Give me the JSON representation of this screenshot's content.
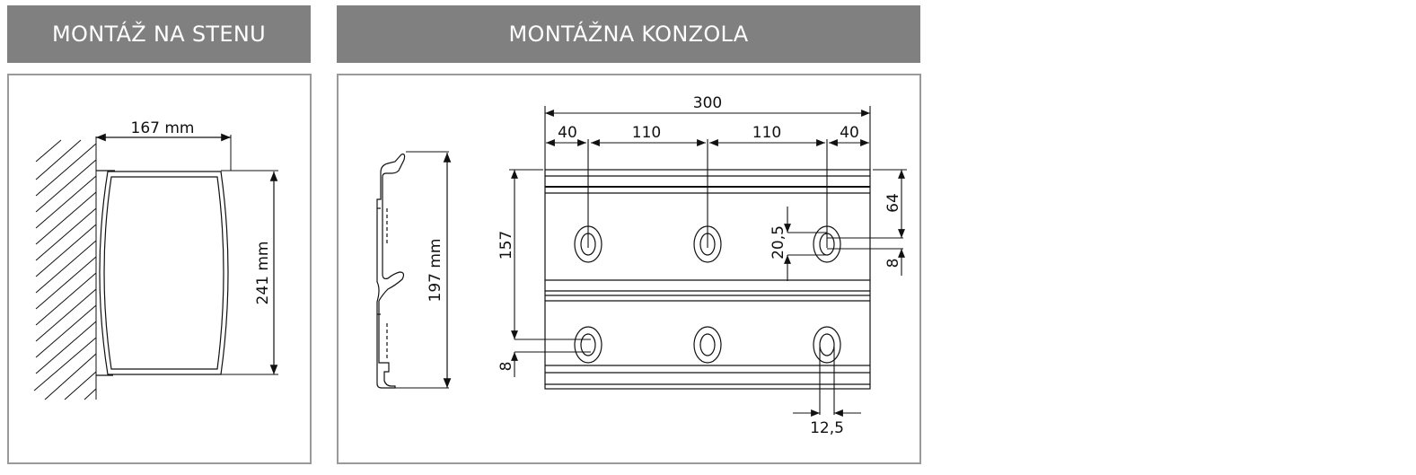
{
  "headers": {
    "wall_mount": "MONTÁŽ NA STENU",
    "bracket": "MONTÁŽNA KONZOLA"
  },
  "wall_mount": {
    "width_label": "167 mm",
    "height_label": "241 mm"
  },
  "bracket": {
    "profile_height_label": "197 mm",
    "total_width": "300",
    "spacing": [
      "40",
      "110",
      "110",
      "40"
    ],
    "height_157": "157",
    "offset_bottom": "8",
    "top_to_hole": "64",
    "offset_right": "8",
    "slot_length": "20,5",
    "slot_width": "12,5"
  },
  "colors": {
    "header_bg": "#808080",
    "panel_border": "#9a9a9a",
    "line": "#111111"
  }
}
